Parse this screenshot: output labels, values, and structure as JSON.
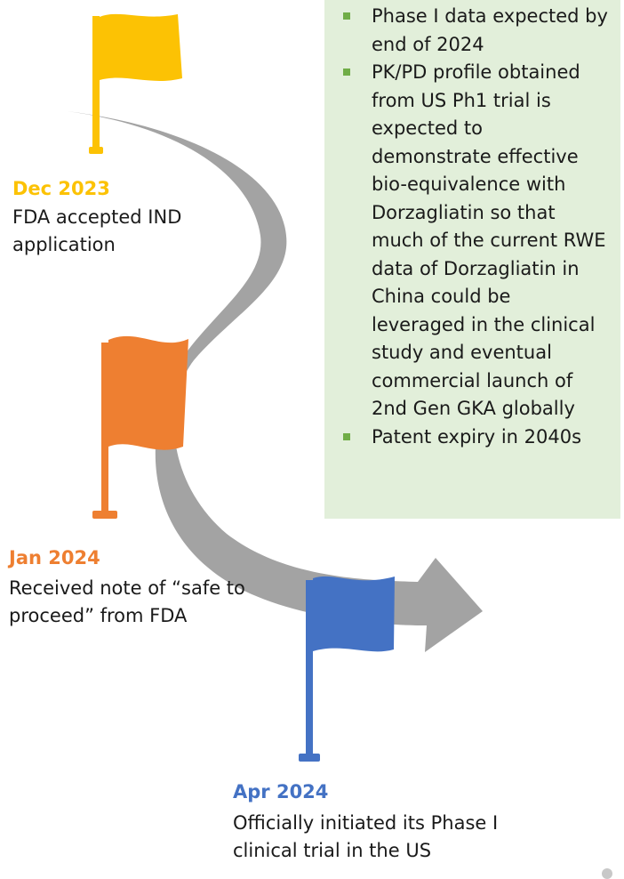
{
  "colors": {
    "gold": "#fcc204",
    "orange": "#ee7f31",
    "blue": "#4472c4",
    "arrow_gray": "#a3a3a3",
    "bullet_green": "#70ad47",
    "box_green": "#e2efda"
  },
  "info_box": {
    "bullets": [
      "Phase I data expected by end of 2024",
      "PK/PD profile obtained from US Ph1 trial is expected to demonstrate effective bio-equivalence with Dorzagliatin so that much of the current RWE data of Dorzagliatin in China could be leveraged in the clinical study and eventual commercial launch of 2nd Gen GKA globally",
      "Patent expiry in 2040s"
    ]
  },
  "milestones": [
    {
      "date": "Dec 2023",
      "description_lines": [
        "FDA accepted IND",
        "application"
      ],
      "flag_color": "#fcc204",
      "flag_icon": "flag-icon"
    },
    {
      "date": "Jan 2024",
      "description_lines": [
        "Received note of “safe to",
        "proceed” from FDA"
      ],
      "flag_color": "#ee7f31",
      "flag_icon": "flag-icon"
    },
    {
      "date": "Apr 2024",
      "description_lines": [
        "Officially initiated its Phase I",
        "clinical trial in the US"
      ],
      "flag_color": "#4472c4",
      "flag_icon": "flag-icon"
    }
  ]
}
